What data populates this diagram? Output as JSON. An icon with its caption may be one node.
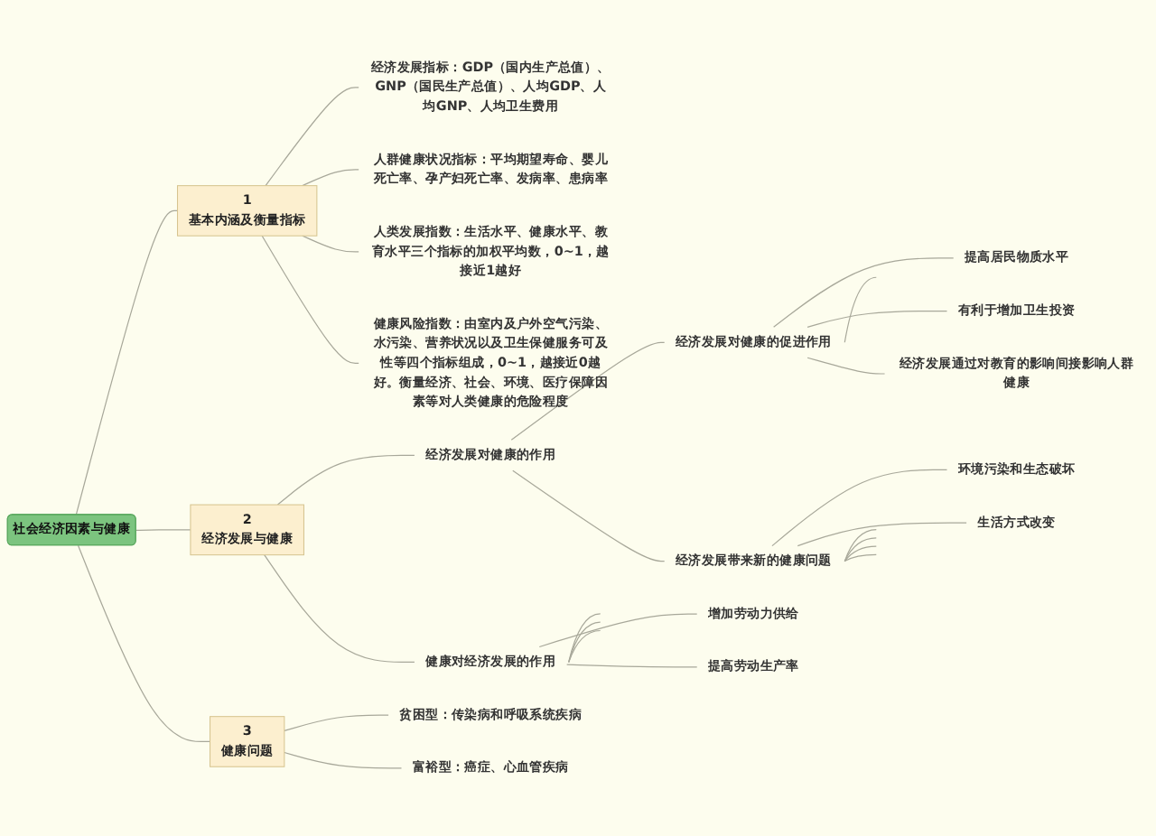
{
  "diagram": {
    "nodes": [
      {
        "text": [
          "社会经济因素与健康"
        ]
      },
      {
        "text": [
          "1",
          "基本内涵及衡量指标"
        ]
      },
      {
        "text": [
          "经济发展指标：GDP（国内生产总值）、GNP（国民生产总值）、人均GDP、人均GNP、人均卫生费用"
        ]
      },
      {
        "text": [
          "人群健康状况指标：平均期望寿命、婴儿死亡率、孕产妇死亡率、发病率、患病率"
        ]
      },
      {
        "text": [
          "人类发展指数：生活水平、健康水平、教育水平三个指标的加权平均数，0~1，越接近1越好"
        ]
      },
      {
        "text": [
          "健康风险指数：由室内及户外空气污染、水污染、营养状况以及卫生保健服务可及性等四个指标组成，0~1，越接近0越好。衡量经济、社会、环境、医疗保障因素等对人类健康的危险程度"
        ]
      },
      {
        "text": [
          "2",
          "经济发展与健康"
        ]
      },
      {
        "text": [
          "经济发展对健康的作用"
        ]
      },
      {
        "text": [
          "经济发展对健康的促进作用"
        ]
      },
      {
        "text": [
          "提高居民物质水平"
        ]
      },
      {
        "text": [
          "有利于增加卫生投资"
        ]
      },
      {
        "text": [
          "经济发展通过对教育的影响间接影响人群健康"
        ]
      },
      {
        "text": [
          "经济发展带来新的健康问题"
        ]
      },
      {
        "text": [
          "环境污染和生态破坏"
        ]
      },
      {
        "text": [
          "生活方式改变"
        ]
      },
      {
        "text": [
          "健康对经济发展的作用"
        ]
      },
      {
        "text": [
          "增加劳动力供给"
        ]
      },
      {
        "text": [
          "提高劳动生产率"
        ]
      },
      {
        "text": [
          "3",
          "健康问题"
        ]
      },
      {
        "text": [
          "贫困型：传染病和呼吸系统疾病"
        ]
      },
      {
        "text": [
          "富裕型：癌症、心血管疾病"
        ]
      }
    ],
    "edges": [
      {
        "from": 0,
        "to": 1,
        "arrow": "none"
      },
      {
        "from": 1,
        "to": 2,
        "arrow": "none"
      },
      {
        "from": 1,
        "to": 3,
        "arrow": "none"
      },
      {
        "from": 1,
        "to": 4,
        "arrow": "none"
      },
      {
        "from": 1,
        "to": 5,
        "arrow": "none"
      },
      {
        "from": 0,
        "to": 6,
        "arrow": "none"
      },
      {
        "from": 6,
        "to": 7,
        "arrow": "none"
      },
      {
        "from": 7,
        "to": 8,
        "arrow": "none"
      },
      {
        "from": 8,
        "to": 9,
        "arrow": "none"
      },
      {
        "from": 8,
        "to": 10,
        "arrow": "none"
      },
      {
        "from": 8,
        "to": 11,
        "arrow": "none"
      },
      {
        "from": 8,
        "to": null,
        "arrow": "none"
      },
      {
        "from": 7,
        "to": 12,
        "arrow": "none"
      },
      {
        "from": 12,
        "to": 13,
        "arrow": "none"
      },
      {
        "from": 12,
        "to": 14,
        "arrow": "none"
      },
      {
        "from": 12,
        "to": null,
        "arrow": "none"
      },
      {
        "from": 12,
        "to": null,
        "arrow": "none"
      },
      {
        "from": 12,
        "to": null,
        "arrow": "none"
      },
      {
        "from": 12,
        "to": null,
        "arrow": "none"
      },
      {
        "from": 6,
        "to": 15,
        "arrow": "none"
      },
      {
        "from": 15,
        "to": 16,
        "arrow": "none"
      },
      {
        "from": 15,
        "to": 17,
        "arrow": "none"
      },
      {
        "from": 15,
        "to": null,
        "arrow": "none"
      },
      {
        "from": 15,
        "to": null,
        "arrow": "none"
      },
      {
        "from": 15,
        "to": null,
        "arrow": "none"
      },
      {
        "from": 0,
        "to": 18,
        "arrow": "none"
      },
      {
        "from": 18,
        "to": 19,
        "arrow": "none"
      },
      {
        "from": 18,
        "to": 20,
        "arrow": "none"
      }
    ]
  }
}
